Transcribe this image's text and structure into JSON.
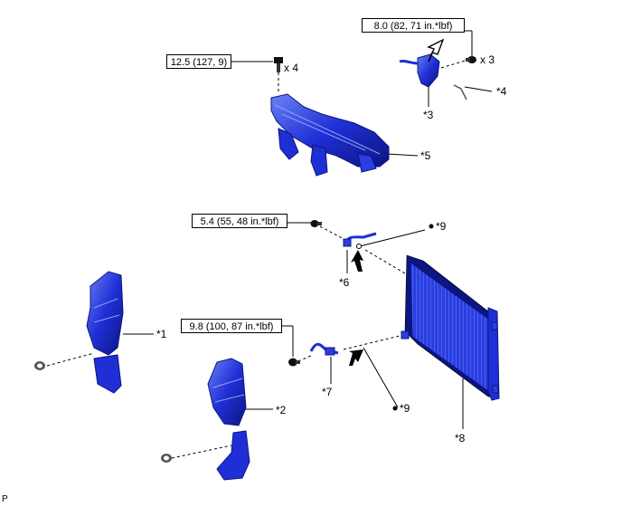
{
  "torque_specs": {
    "bracket_bolts": "12.5 (127, 9)",
    "bracket_qty": "x 4",
    "part3_bolts": "8.0 (82, 71 in.*lbf)",
    "part3_qty": "x 3",
    "part6_bolt": "5.4 (55, 48 in.*lbf)",
    "part7_bolt": "9.8 (100, 87 in.*lbf)"
  },
  "callouts": {
    "c1": "*1",
    "c2": "*2",
    "c3": "*3",
    "c4": "*4",
    "c5": "*5",
    "c6": "*6",
    "c7": "*7",
    "c8": "*8",
    "c9_upper": "*9",
    "c9_lower": "*9"
  },
  "corner_mark": "P",
  "colors": {
    "part_blue": "#1f2fd6",
    "part_dark": "#0c1580",
    "part_light": "#5f78f2"
  }
}
